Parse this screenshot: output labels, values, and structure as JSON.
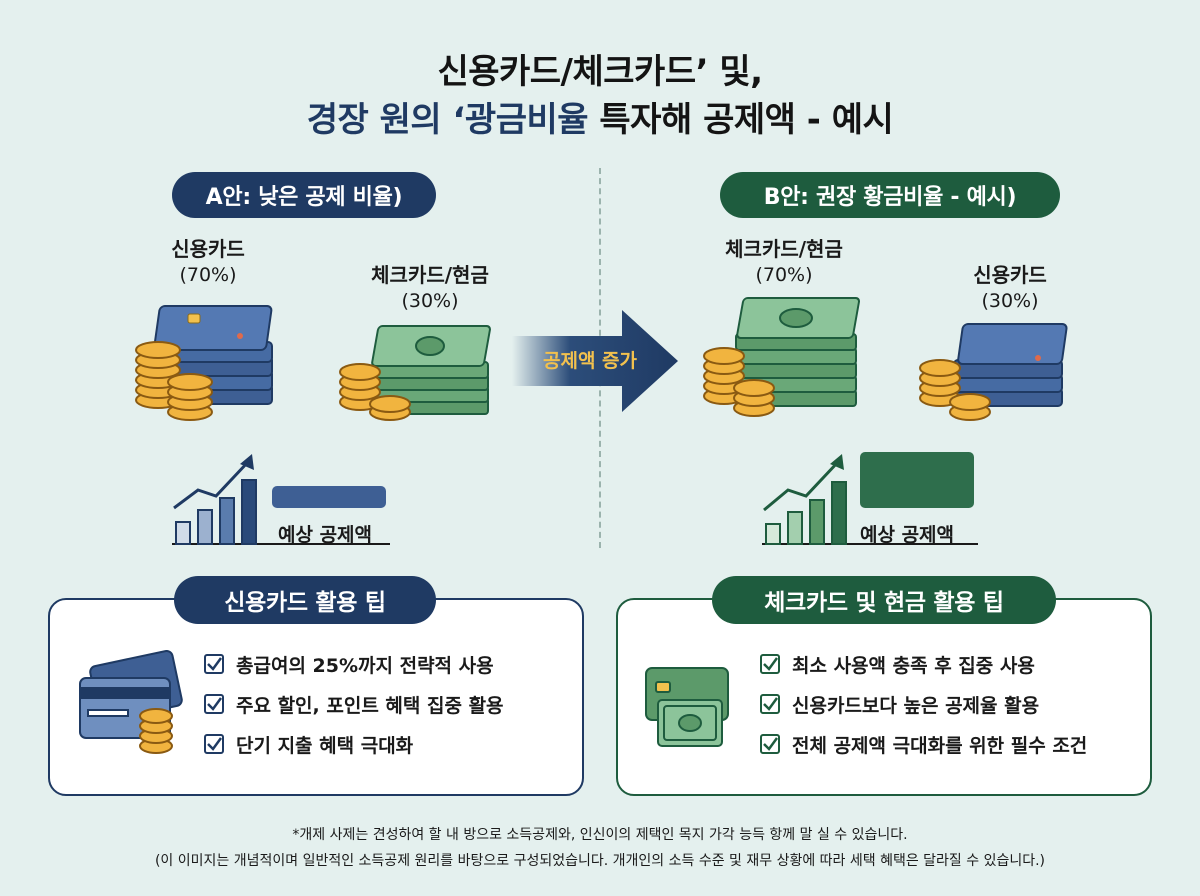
{
  "title": {
    "line1": "신용카드/체크카드’ 및,",
    "line2_blue": "경장 원의 ‘광금비율",
    "line2_dark": "특자해 공제액 - 예시"
  },
  "planA": {
    "pill": "A안: 낮은 공제 비율)",
    "item1_name": "신용카드",
    "item1_pct": "(70%)",
    "item2_name": "체크카드/현금",
    "item2_pct": "(30%)",
    "est_label": "예상 공제액"
  },
  "planB": {
    "pill": "B안: 권장 황금비율 - 예시)",
    "item1_name": "체크카드/현금",
    "item1_pct": "(70%)",
    "item2_name": "신용카드",
    "item2_pct": "(30%)",
    "est_label": "예상 공제액"
  },
  "arrow_label": "공제액 증가",
  "tipsCredit": {
    "title": "신용카드 활용 팁",
    "items": [
      "총급여의 25%까지 전략적 사용",
      "주요 할인, 포인트 혜택 집중 활용",
      "단기 지출 혜택 극대화"
    ]
  },
  "tipsCheck": {
    "title": "체크카드 및 현금 활용 팁",
    "items": [
      "최소 사용액 충족 후 집중 사용",
      "신용카드보다 높은 공제율 활용",
      "전체 공제액 극대화를 위한 필수 조건"
    ]
  },
  "footnote": {
    "line1": "*개제 사제는 견성하여 할 내 방으로 소득공제와, 인신이의 제택인 목지 가각 능득 항께 말 실 수 있습니다.",
    "line2": "(이 이미지는 개념적이며 일반적인 소득공제 원리를 바탕으로 구성되었습니다. 개개인의 소득 수준 및 재무 상황에 따라 세택 혜택은 달라질 수 있습니다.)"
  },
  "colors": {
    "navy": "#1f3a63",
    "green": "#1e5c3e",
    "gold": "#f2c14e",
    "background": "#e4f0ee"
  }
}
